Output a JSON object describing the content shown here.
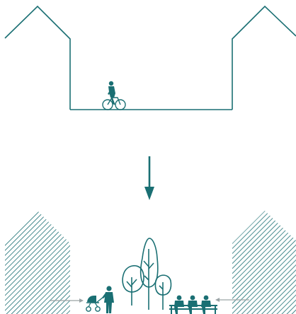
{
  "colors": {
    "primary": "#1a6f73",
    "arrow_gray": "#9aa3a5",
    "background": "#ffffff"
  },
  "scene": {
    "top_panel": {
      "elements": [
        "left-house-outline",
        "right-house-outline",
        "street-baseline",
        "cyclist-icon"
      ]
    },
    "transition": {
      "icon": "down-arrow-icon"
    },
    "bottom_panel": {
      "elements": [
        "left-house-hatched",
        "right-house-hatched",
        "stroller-icon",
        "pedestrian-icon",
        "tree-icon",
        "tree-icon",
        "tree-icon",
        "tree-icon",
        "bench-icon",
        "seated-person-icon",
        "seated-person-icon",
        "seated-person-icon",
        "left-gray-arrow-icon",
        "right-gray-arrow-icon"
      ]
    }
  }
}
